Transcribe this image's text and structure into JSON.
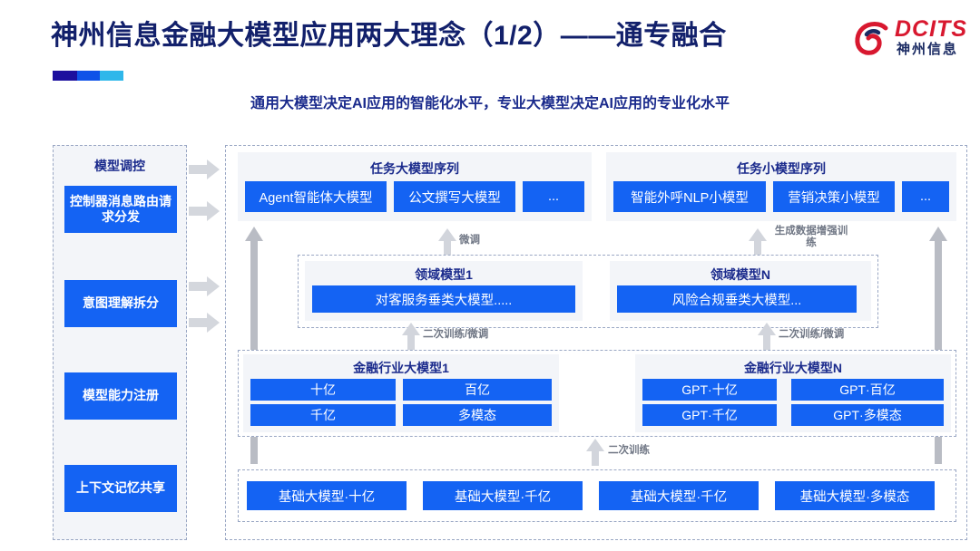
{
  "header": {
    "title": "神州信息金融大模型应用两大理念（1/2）——通专融合",
    "subtitle": "通用大模型决定AI应用的智能化水平，专业大模型决定AI应用的专业化水平",
    "logo": {
      "latin": "DCITS",
      "chinese": "神州信息"
    },
    "accent_colors": [
      "#1c0f9e",
      "#0f52e8",
      "#2fb7ea"
    ]
  },
  "colors": {
    "brand_blue": "#1463f3",
    "title_navy": "#12206b",
    "subtitle_navy": "#1a2a8c",
    "panel_gray": "#f3f5f9",
    "arrow_gray": "#c9ccd3",
    "logo_red": "#d8182f"
  },
  "left_column": {
    "title": "模型调控",
    "items": [
      {
        "label": "控制器消息路由请求分发"
      },
      {
        "label": "意图理解拆分"
      },
      {
        "label": "模型能力注册"
      },
      {
        "label": "上下文记忆共享"
      }
    ]
  },
  "task_sequences": [
    {
      "title": "任务大模型序列",
      "items": [
        "Agent智能体大模型",
        "公文撰写大模型",
        "..."
      ]
    },
    {
      "title": "任务小模型序列",
      "items": [
        "智能外呼NLP小模型",
        "营销决策小模型",
        "..."
      ]
    }
  ],
  "domain_models": [
    {
      "title": "领域模型1",
      "item": "对客服务垂类大模型....."
    },
    {
      "title": "领域模型N",
      "item": "风险合规垂类大模型..."
    }
  ],
  "industry_models": [
    {
      "title": "金融行业大模型1",
      "cells": [
        "十亿",
        "百亿",
        "千亿",
        "多模态"
      ]
    },
    {
      "title": "金融行业大模型N",
      "cells": [
        "GPT·十亿",
        "GPT·百亿",
        "GPT·千亿",
        "GPT·多模态"
      ]
    }
  ],
  "base_models": [
    "基础大模型·十亿",
    "基础大模型·千亿",
    "基础大模型·千亿",
    "基础大模型·多模态"
  ],
  "arrow_labels": {
    "fine_tune": "微调",
    "data_augment": "生成数据增强训练",
    "retrain_finetune_left": "二次训练/微调",
    "retrain_finetune_right": "二次训练/微调",
    "retrain": "二次训练"
  }
}
